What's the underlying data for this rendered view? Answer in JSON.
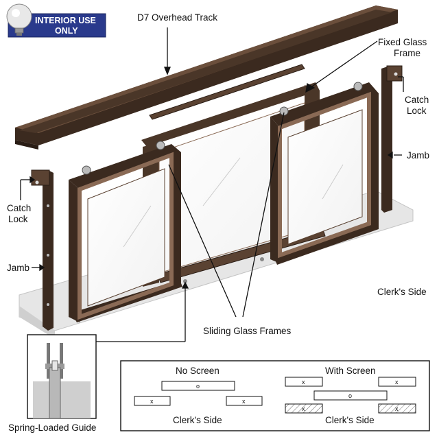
{
  "badge": {
    "line1": "INTERIOR USE",
    "line2": "ONLY",
    "color_bg": "#2a3a8c",
    "icon": "lightbulb-icon"
  },
  "labels": {
    "overhead_track": "D7 Overhead Track",
    "fixed_glass_frame_1": "Fixed Glass",
    "fixed_glass_frame_2": "Frame",
    "catch_lock_right_1": "Catch",
    "catch_lock_right_2": "Lock",
    "jamb_right": "Jamb",
    "catch_lock_left_1": "Catch",
    "catch_lock_left_2": "Lock",
    "jamb_left": "Jamb",
    "clerks_side_main": "Clerk's Side",
    "sliding_glass_frames": "Sliding Glass Frames",
    "spring_loaded_guide": "Spring-Loaded Guide"
  },
  "legend": {
    "no_screen": {
      "title": "No Screen",
      "center_mark": "o",
      "side_mark": "x",
      "footer": "Clerk's Side"
    },
    "with_screen": {
      "title": "With Screen",
      "center_mark": "o",
      "side_mark": "x",
      "footer": "Clerk's Side"
    }
  },
  "colors": {
    "frame_dark": "#3b2a1f",
    "frame_mid": "#5a4232",
    "frame_light": "#8a6a55",
    "base": "#e6e6e6",
    "base_edge": "#bdbdbd"
  }
}
